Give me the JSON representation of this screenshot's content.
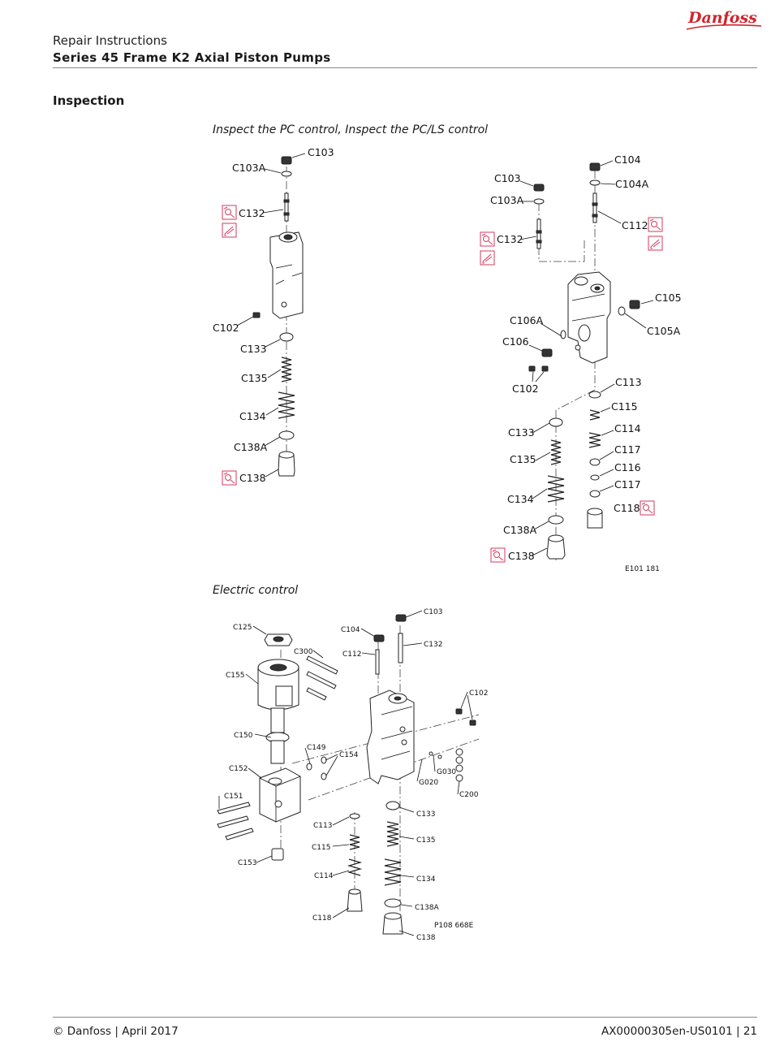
{
  "header": {
    "brand": "Danfoss",
    "doc_type": "Repair Instructions",
    "doc_title": "Series 45 Frame K2 Axial Piston Pumps"
  },
  "section": {
    "heading": "Inspection"
  },
  "figures": {
    "pc_caption": "Inspect the PC control, Inspect the PC/LS control",
    "pc_code": "E101 181",
    "electric_caption": "Electric control",
    "electric_code": "P108 668E"
  },
  "labels": {
    "pc": {
      "c103": "C103",
      "c103a": "C103A",
      "c132": "C132",
      "c102": "C102",
      "c133": "C133",
      "c135": "C135",
      "c134": "C134",
      "c138a": "C138A",
      "c138": "C138"
    },
    "pcls": {
      "c104": "C104",
      "c103": "C103",
      "c104a": "C104A",
      "c103a": "C103A",
      "c112": "C112",
      "c132": "C132",
      "c105": "C105",
      "c106a": "C106A",
      "c105a": "C105A",
      "c106": "C106",
      "c102": "C102",
      "c113": "C113",
      "c115": "C115",
      "c114": "C114",
      "c117a": "C117",
      "c116": "C116",
      "c117b": "C117",
      "c133": "C133",
      "c118": "C118",
      "c135": "C135",
      "c134": "C134",
      "c138a": "C138A",
      "c138": "C138"
    },
    "elec": {
      "c103": "C103",
      "c125": "C125",
      "c104": "C104",
      "c300": "C300",
      "c112": "C112",
      "c132": "C132",
      "c155": "C155",
      "c102": "C102",
      "c150": "C150",
      "c149": "C149",
      "c154": "C154",
      "c152": "C152",
      "g030": "G030",
      "g020": "G020",
      "c200": "C200",
      "c151": "C151",
      "c133": "C133",
      "c113": "C113",
      "c135": "C135",
      "c115": "C115",
      "c153": "C153",
      "c114": "C114",
      "c134": "C134",
      "c138a": "C138A",
      "c118": "C118",
      "c138": "C138"
    }
  },
  "icons": {
    "inspect": "inspect-icon",
    "lubricate": "lubricate-icon",
    "accent_color": "#d43a5e",
    "brand_color": "#d2232a"
  },
  "footer": {
    "left": "© Danfoss | April 2017",
    "right": "AX00000305en-US0101 | 21"
  }
}
